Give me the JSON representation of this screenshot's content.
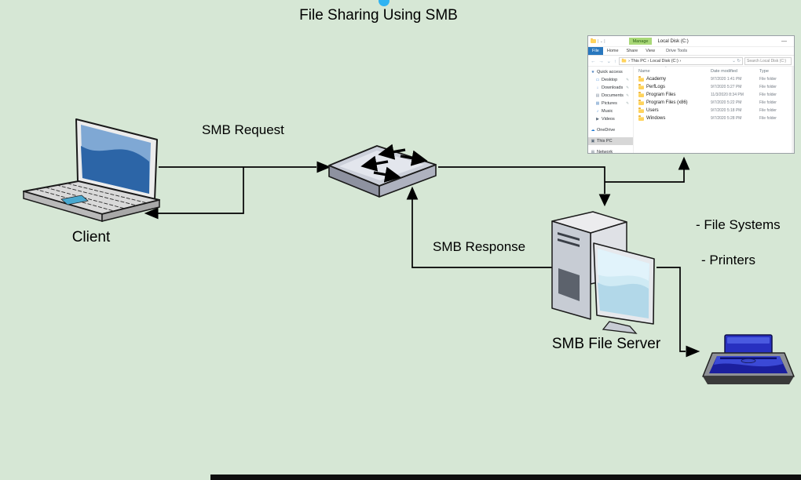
{
  "diagram": {
    "title": "File Sharing Using SMB",
    "background_color": "#d6e7d5",
    "handle_dot_color": "#2fb3f2",
    "nodes": {
      "client_label": "Client",
      "server_label": "SMB File Server"
    },
    "edges": {
      "request_label": "SMB Request",
      "response_label": "SMB Response"
    },
    "annotations": {
      "file_systems": "- File Systems",
      "printers": "- Printers"
    }
  },
  "explorer": {
    "titlebar": {
      "app_icon": "folder-icon",
      "manage_tab": "Manage",
      "title": "Local Disk (C:)",
      "minimize": "—"
    },
    "ribbon": {
      "tabs": [
        {
          "label": "File"
        },
        {
          "label": "Home"
        },
        {
          "label": "Share"
        },
        {
          "label": "View"
        },
        {
          "label": "Drive Tools"
        }
      ]
    },
    "address": {
      "nav": "←  →  ⌄  ↑",
      "path": "› This PC › Local Disk (C:) ›",
      "tail_icons": "⌄ ↻",
      "search_placeholder": "Search Local Disk (C:)"
    },
    "sidebar": {
      "items": [
        {
          "label": "Quick access",
          "icon": "star-icon",
          "glyph": "★"
        },
        {
          "label": "Desktop",
          "icon": "desktop-icon",
          "glyph": "▭",
          "pin": "✎"
        },
        {
          "label": "Downloads",
          "icon": "downloads-icon",
          "glyph": "↓",
          "pin": "✎"
        },
        {
          "label": "Documents",
          "icon": "documents-icon",
          "glyph": "▤",
          "pin": "✎"
        },
        {
          "label": "Pictures",
          "icon": "pictures-icon",
          "glyph": "▦",
          "pin": "✎"
        },
        {
          "label": "Music",
          "icon": "music-icon",
          "glyph": "♪"
        },
        {
          "label": "Videos",
          "icon": "videos-icon",
          "glyph": "▶"
        },
        {
          "label": "OneDrive",
          "icon": "onedrive-icon",
          "glyph": "☁"
        },
        {
          "label": "This PC",
          "icon": "this-pc-icon",
          "glyph": "▣"
        },
        {
          "label": "Network",
          "icon": "network-icon",
          "glyph": "⊞"
        }
      ]
    },
    "files": {
      "columns": {
        "name": "Name",
        "date": "Date modified",
        "type": "Type"
      },
      "sort_caret": "ˆ",
      "rows": [
        {
          "name": "Academy",
          "date": "9/7/2020 1:41 PM",
          "type": "File folder"
        },
        {
          "name": "PerfLogs",
          "date": "9/7/2020 5:27 PM",
          "type": "File folder"
        },
        {
          "name": "Program Files",
          "date": "11/3/2020 8:34 PM",
          "type": "File folder"
        },
        {
          "name": "Program Files (x86)",
          "date": "9/7/2020 5:22 PM",
          "type": "File folder"
        },
        {
          "name": "Users",
          "date": "9/7/2020 5:18 PM",
          "type": "File folder"
        },
        {
          "name": "Windows",
          "date": "9/7/2020 5:28 PM",
          "type": "File folder"
        }
      ]
    }
  }
}
